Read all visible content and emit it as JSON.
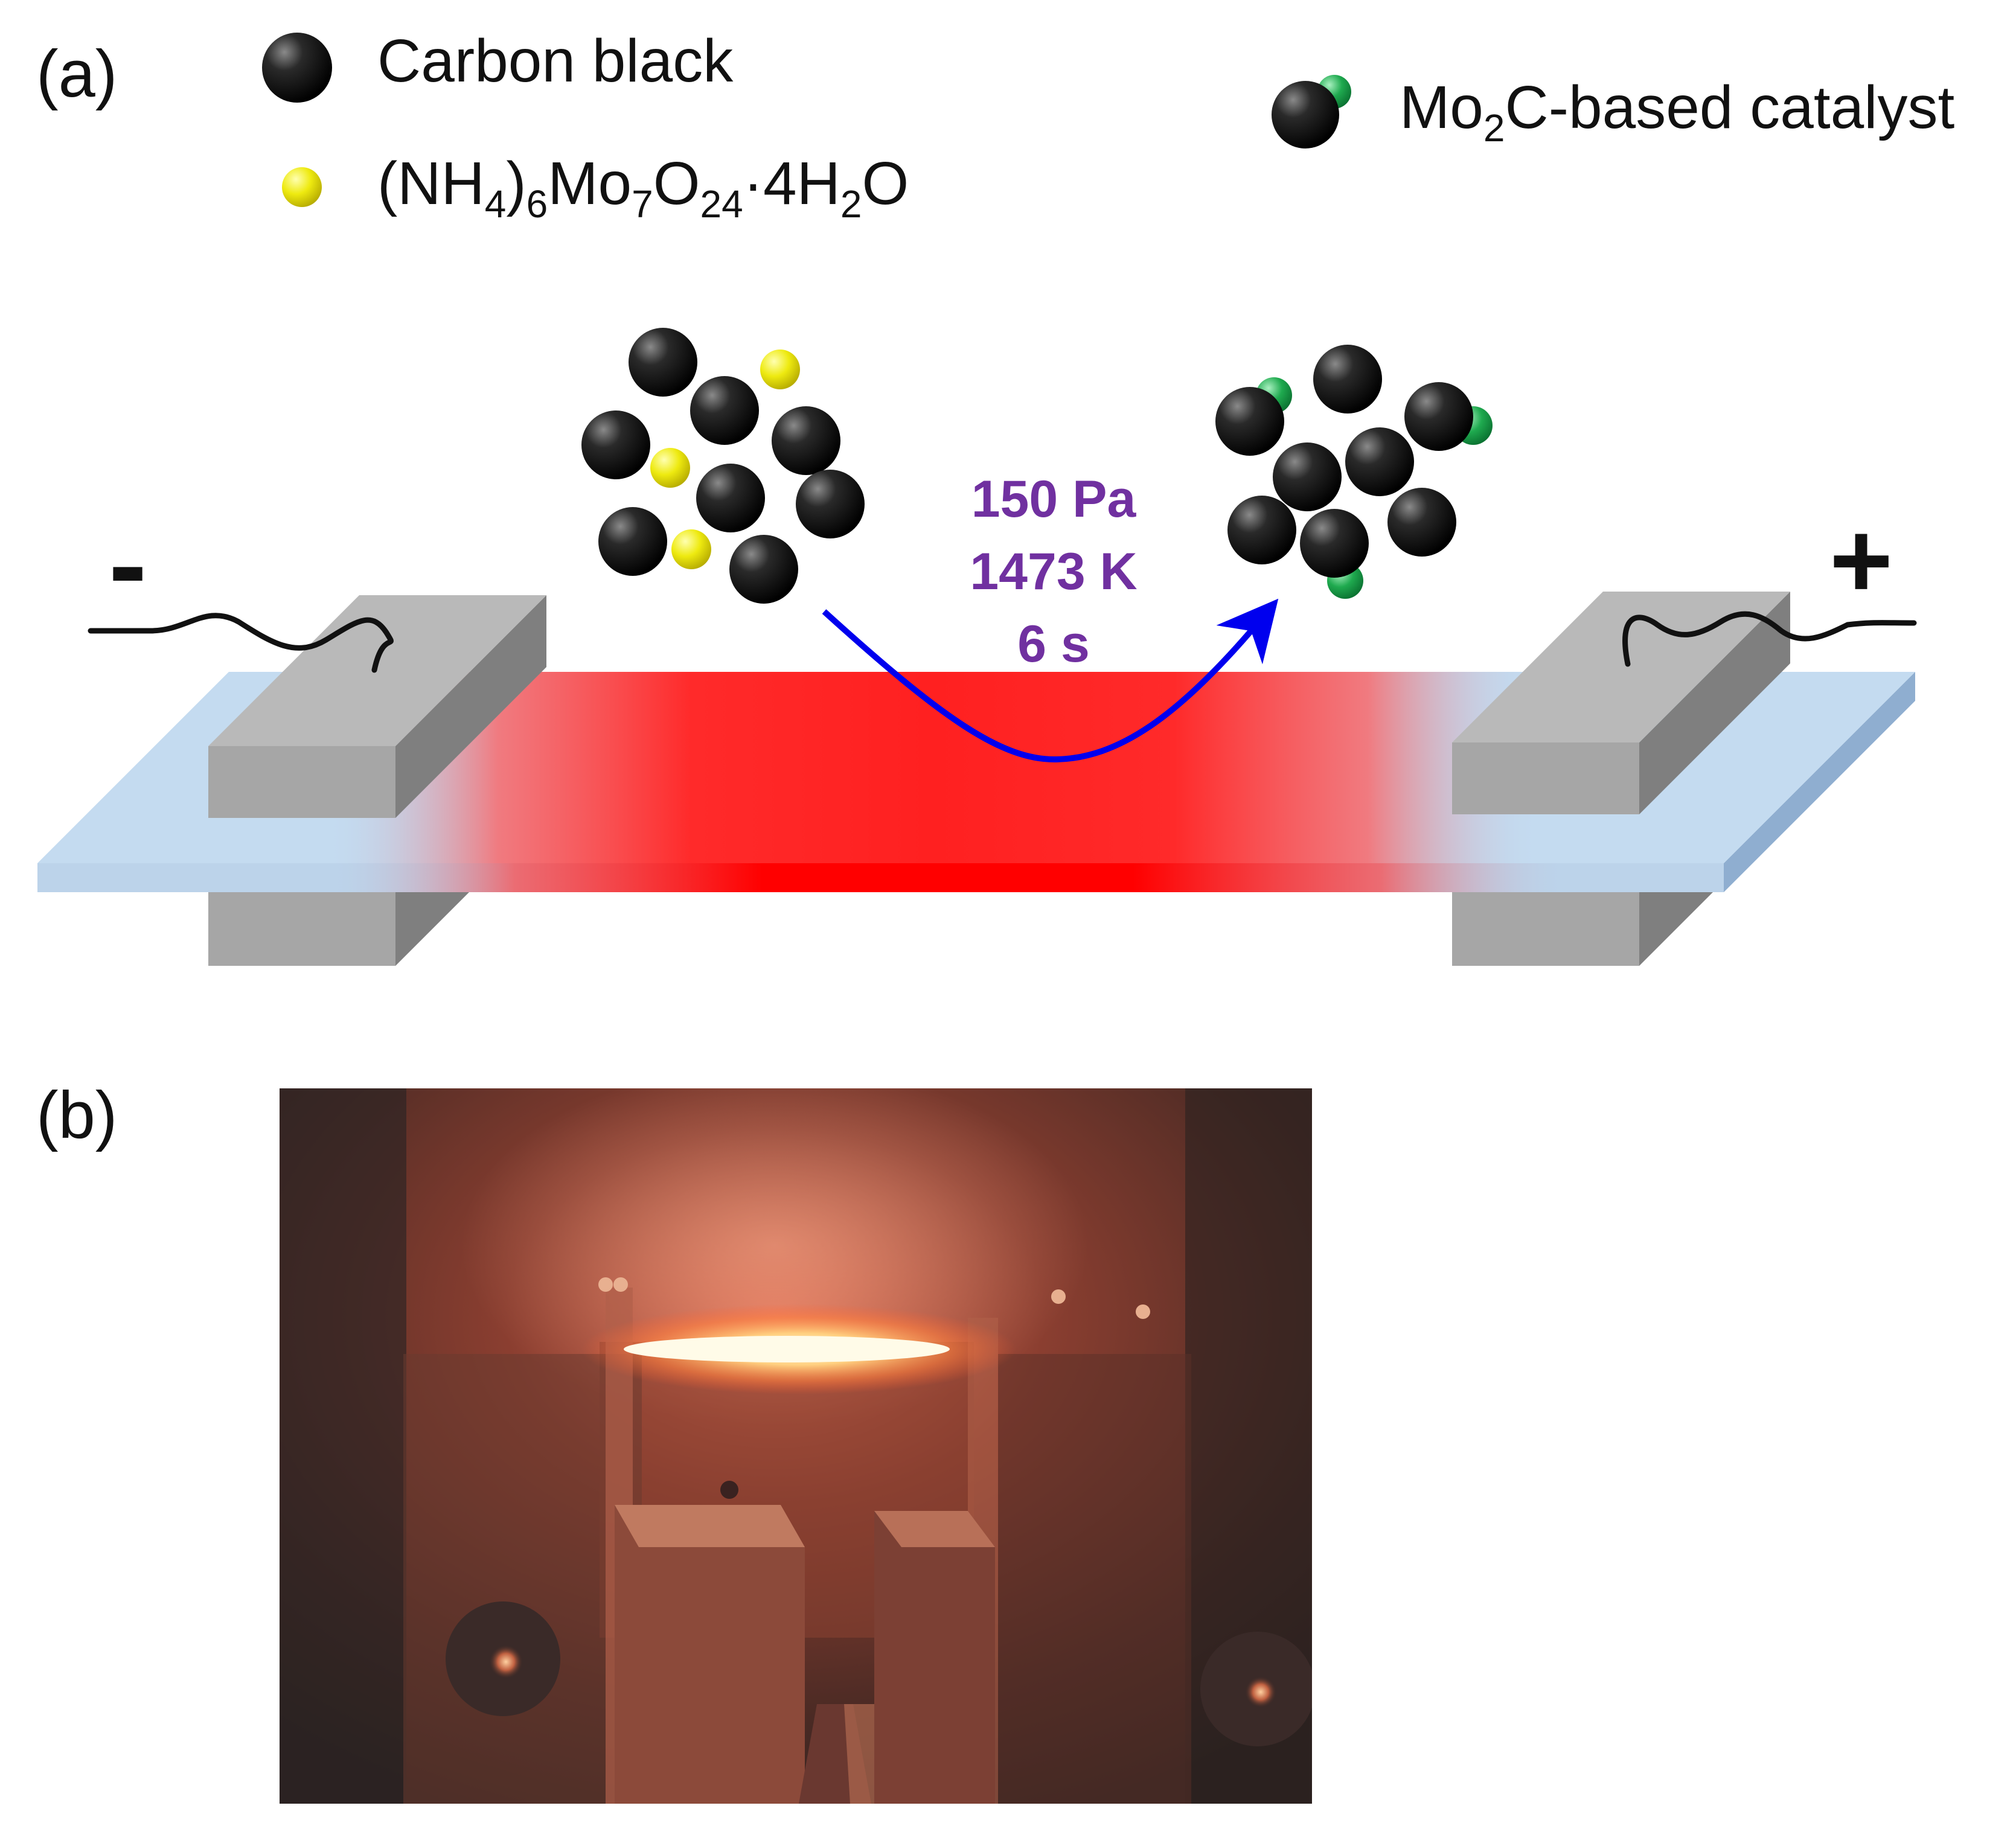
{
  "panel_a": {
    "label": "(a)",
    "legend": {
      "carbon_black": "Carbon black",
      "precursor": {
        "p1": "(NH",
        "s1": "4",
        "p2": ")",
        "s2": "6",
        "p3": "Mo",
        "s3": "7",
        "p4": "O",
        "s4": "24",
        "p5": "·4H",
        "s5": "2",
        "p6": "O"
      },
      "catalyst": {
        "p1": "Mo",
        "s1": "2",
        "p2": "C-based catalyst"
      }
    },
    "conditions": {
      "pressure": "150 Pa",
      "temperature": "1473 K",
      "time": "6 s"
    },
    "terminals": {
      "negative": "-",
      "positive": "+"
    }
  },
  "panel_b": {
    "label": "(b)"
  },
  "colors": {
    "carbon": "#1a1a1a",
    "precursor": "#e8e000",
    "catalyst": "#1faa4f",
    "heating": "#ff2020",
    "substrate": "#bcd3ea",
    "electrode": "#a6a6a6",
    "arrow": "#0000ee",
    "conditions_text": "#7030a0"
  },
  "icons": [
    "carbon-black-particle-icon",
    "precursor-particle-icon",
    "catalyst-particle-icon",
    "arrow-icon",
    "wire-icon"
  ]
}
